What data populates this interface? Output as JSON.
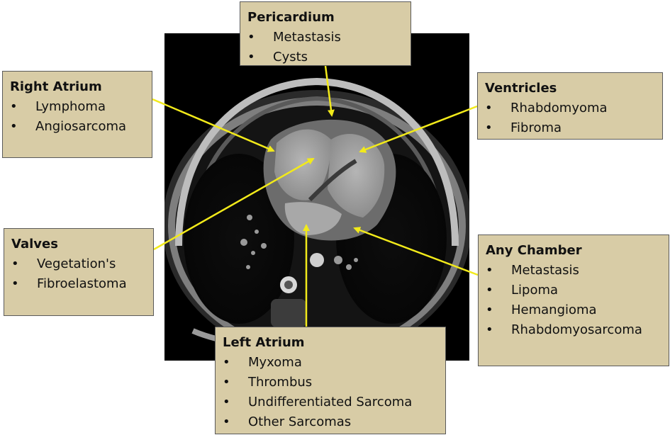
{
  "callouts": {
    "pericardium": {
      "title": "Pericardium",
      "items": [
        "Metastasis",
        "Cysts"
      ]
    },
    "right_atrium": {
      "title": "Right Atrium",
      "items": [
        "Lymphoma",
        "Angiosarcoma"
      ]
    },
    "ventricles": {
      "title": "Ventricles",
      "items": [
        "Rhabdomyoma",
        "Fibroma"
      ]
    },
    "valves": {
      "title": "Valves",
      "items": [
        "Vegetation's",
        "Fibroelastoma"
      ]
    },
    "any_chamber": {
      "title": "Any Chamber",
      "items": [
        "Metastasis",
        "Lipoma",
        "Hemangioma",
        "Rhabdomyosarcoma"
      ]
    },
    "left_atrium": {
      "title": "Left Atrium",
      "items": [
        "Myxoma",
        "Thrombus",
        "Undifferentiated Sarcoma",
        "Other Sarcomas"
      ]
    }
  },
  "bullet": "•",
  "colors": {
    "arrow": "#f2ea1a",
    "box_fill": "#d8cca6",
    "box_border": "#5a5a5a",
    "image_bg": "#000000"
  }
}
